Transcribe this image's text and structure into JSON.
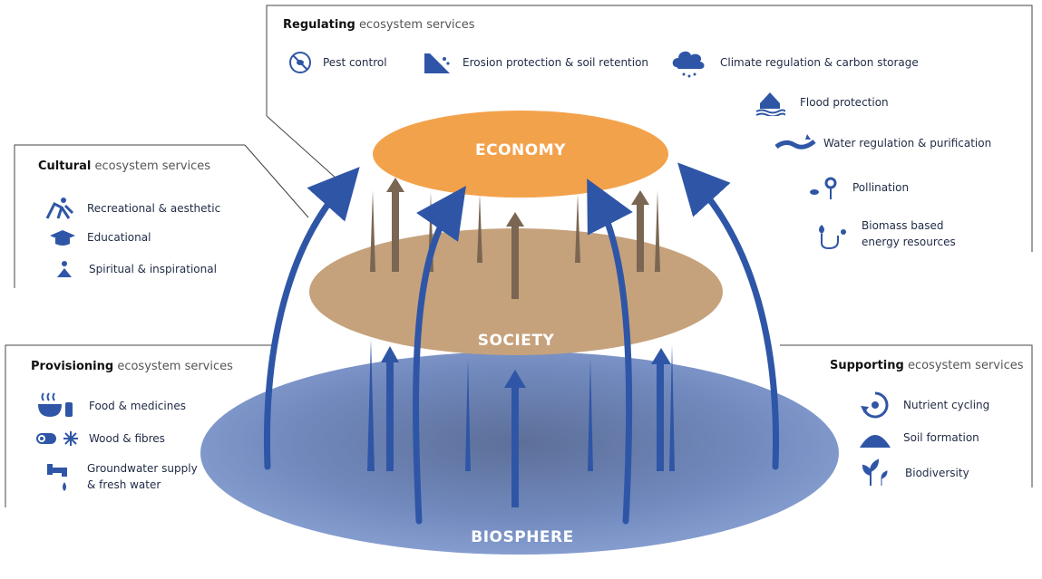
{
  "colors": {
    "economy": "#f3a24c",
    "society": "#c6a47e",
    "biosphere": "#7e97c9",
    "arrow_blue": "#2f56a6",
    "arrow_brown": "#7a6652",
    "icon_blue": "#2f56a6",
    "panel_line": "#333333"
  },
  "layers": {
    "economy": "ECONOMY",
    "society": "SOCIETY",
    "biosphere": "BIOSPHERE"
  },
  "panels": {
    "regulating": {
      "title_bold": "Regulating",
      "title_rest": " ecosystem services",
      "items": [
        {
          "label": "Pest control",
          "icon": "pest-control-icon"
        },
        {
          "label": "Erosion protection & soil retention",
          "icon": "erosion-icon"
        },
        {
          "label": "Climate regulation & carbon storage",
          "icon": "climate-cloud-icon"
        },
        {
          "label": "Flood protection",
          "icon": "flood-house-icon"
        },
        {
          "label": "Water regulation & purification",
          "icon": "water-stream-icon"
        },
        {
          "label": "Pollination",
          "icon": "flower-bee-icon"
        },
        {
          "label": "Biomass based",
          "label2": "energy resources",
          "icon": "biomass-plug-icon"
        }
      ]
    },
    "cultural": {
      "title_bold": "Cultural",
      "title_rest": " ecosystem services",
      "items": [
        {
          "label": "Recreational & aesthetic",
          "icon": "hikers-icon"
        },
        {
          "label": "Educational",
          "icon": "graduation-cap-icon"
        },
        {
          "label": "Spiritual & inspirational",
          "icon": "meditation-icon"
        }
      ]
    },
    "provisioning": {
      "title_bold": "Provisioning",
      "title_rest": " ecosystem services",
      "items": [
        {
          "label": "Food & medicines",
          "icon": "food-bowl-icon"
        },
        {
          "label": "Wood & fibres",
          "icon": "wood-log-icon"
        },
        {
          "label": "Groundwater supply",
          "label2": "& fresh water",
          "icon": "water-tap-icon"
        }
      ]
    },
    "supporting": {
      "title_bold": "Supporting",
      "title_rest": " ecosystem services",
      "items": [
        {
          "label": "Nutrient cycling",
          "icon": "cycle-icon"
        },
        {
          "label": "Soil formation",
          "icon": "soil-mound-icon"
        },
        {
          "label": "Biodiversity",
          "icon": "plants-icon"
        }
      ]
    }
  }
}
